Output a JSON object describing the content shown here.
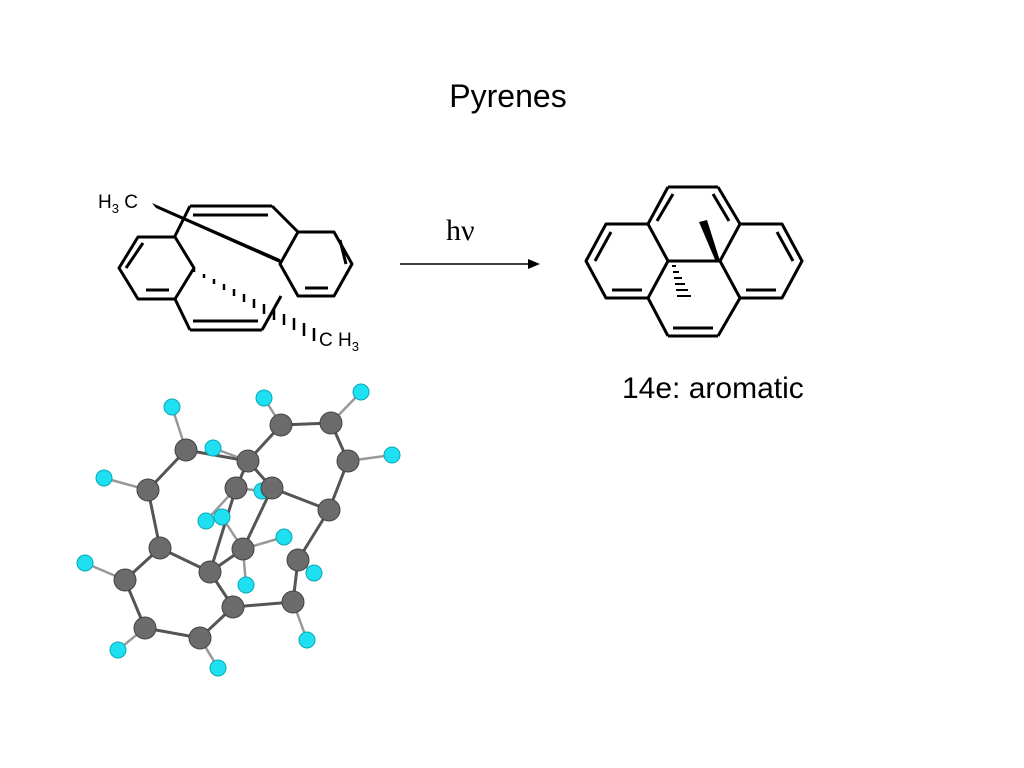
{
  "slide": {
    "title": "Pyrenes",
    "reaction_label": "hν",
    "product_caption": "14e: aromatic",
    "methyl_top": {
      "text": "H",
      "sub": "3",
      "tail": " C"
    },
    "methyl_bottom": {
      "text": "C H",
      "sub": "3"
    }
  },
  "colors": {
    "bond": "#000000",
    "carbon": "#6b6b6b",
    "hydrogen": "#1ee0f0"
  },
  "icons": {
    "arrow": "reaction-arrow",
    "reactant": "reactant-structure",
    "product": "product-structure",
    "model": "ball-and-stick-model"
  }
}
